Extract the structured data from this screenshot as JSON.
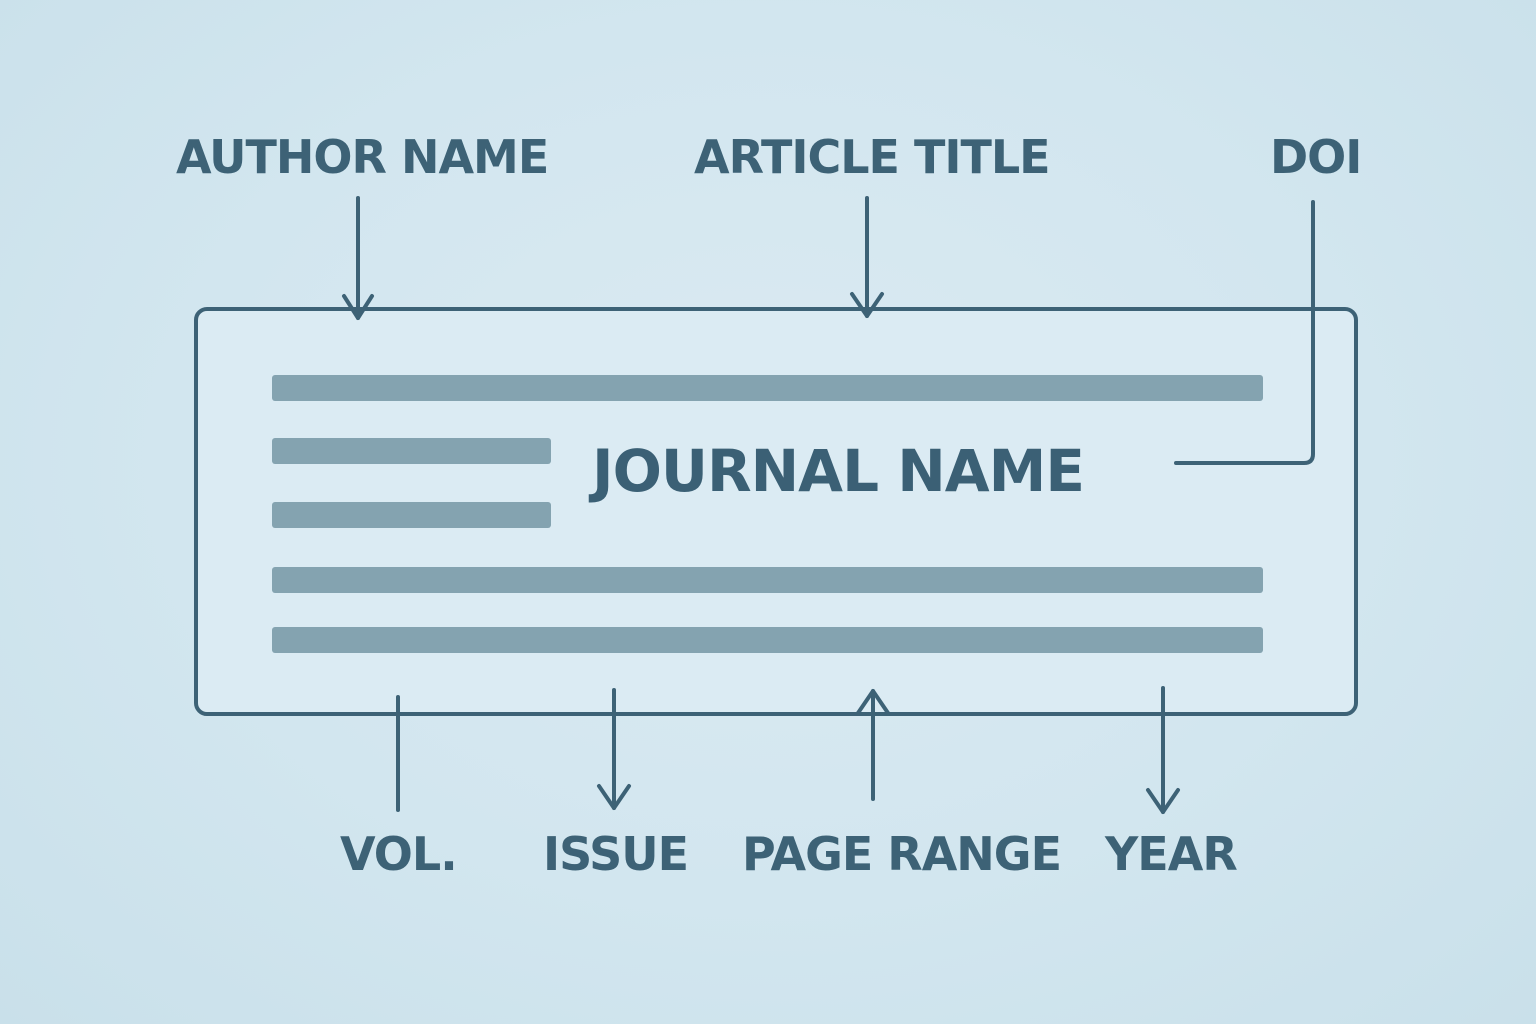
{
  "colors": {
    "background": "#d2e6ef",
    "card_fill": "#dbebf3",
    "stroke": "#3d6276",
    "placeholder_bar": "#84a3b0",
    "label_text": "#3d6276"
  },
  "labels": {
    "author_name": "AUTHOR NAME",
    "article_title": "ARTICLE TITLE",
    "doi": "DOI",
    "journal_name": "JOURNAL NAME",
    "volume": "VOL.",
    "issue": "ISSUE",
    "page_range": "PAGE RANGE",
    "year": "YEAR"
  },
  "icons": {
    "pointer": "arrow-icon"
  }
}
